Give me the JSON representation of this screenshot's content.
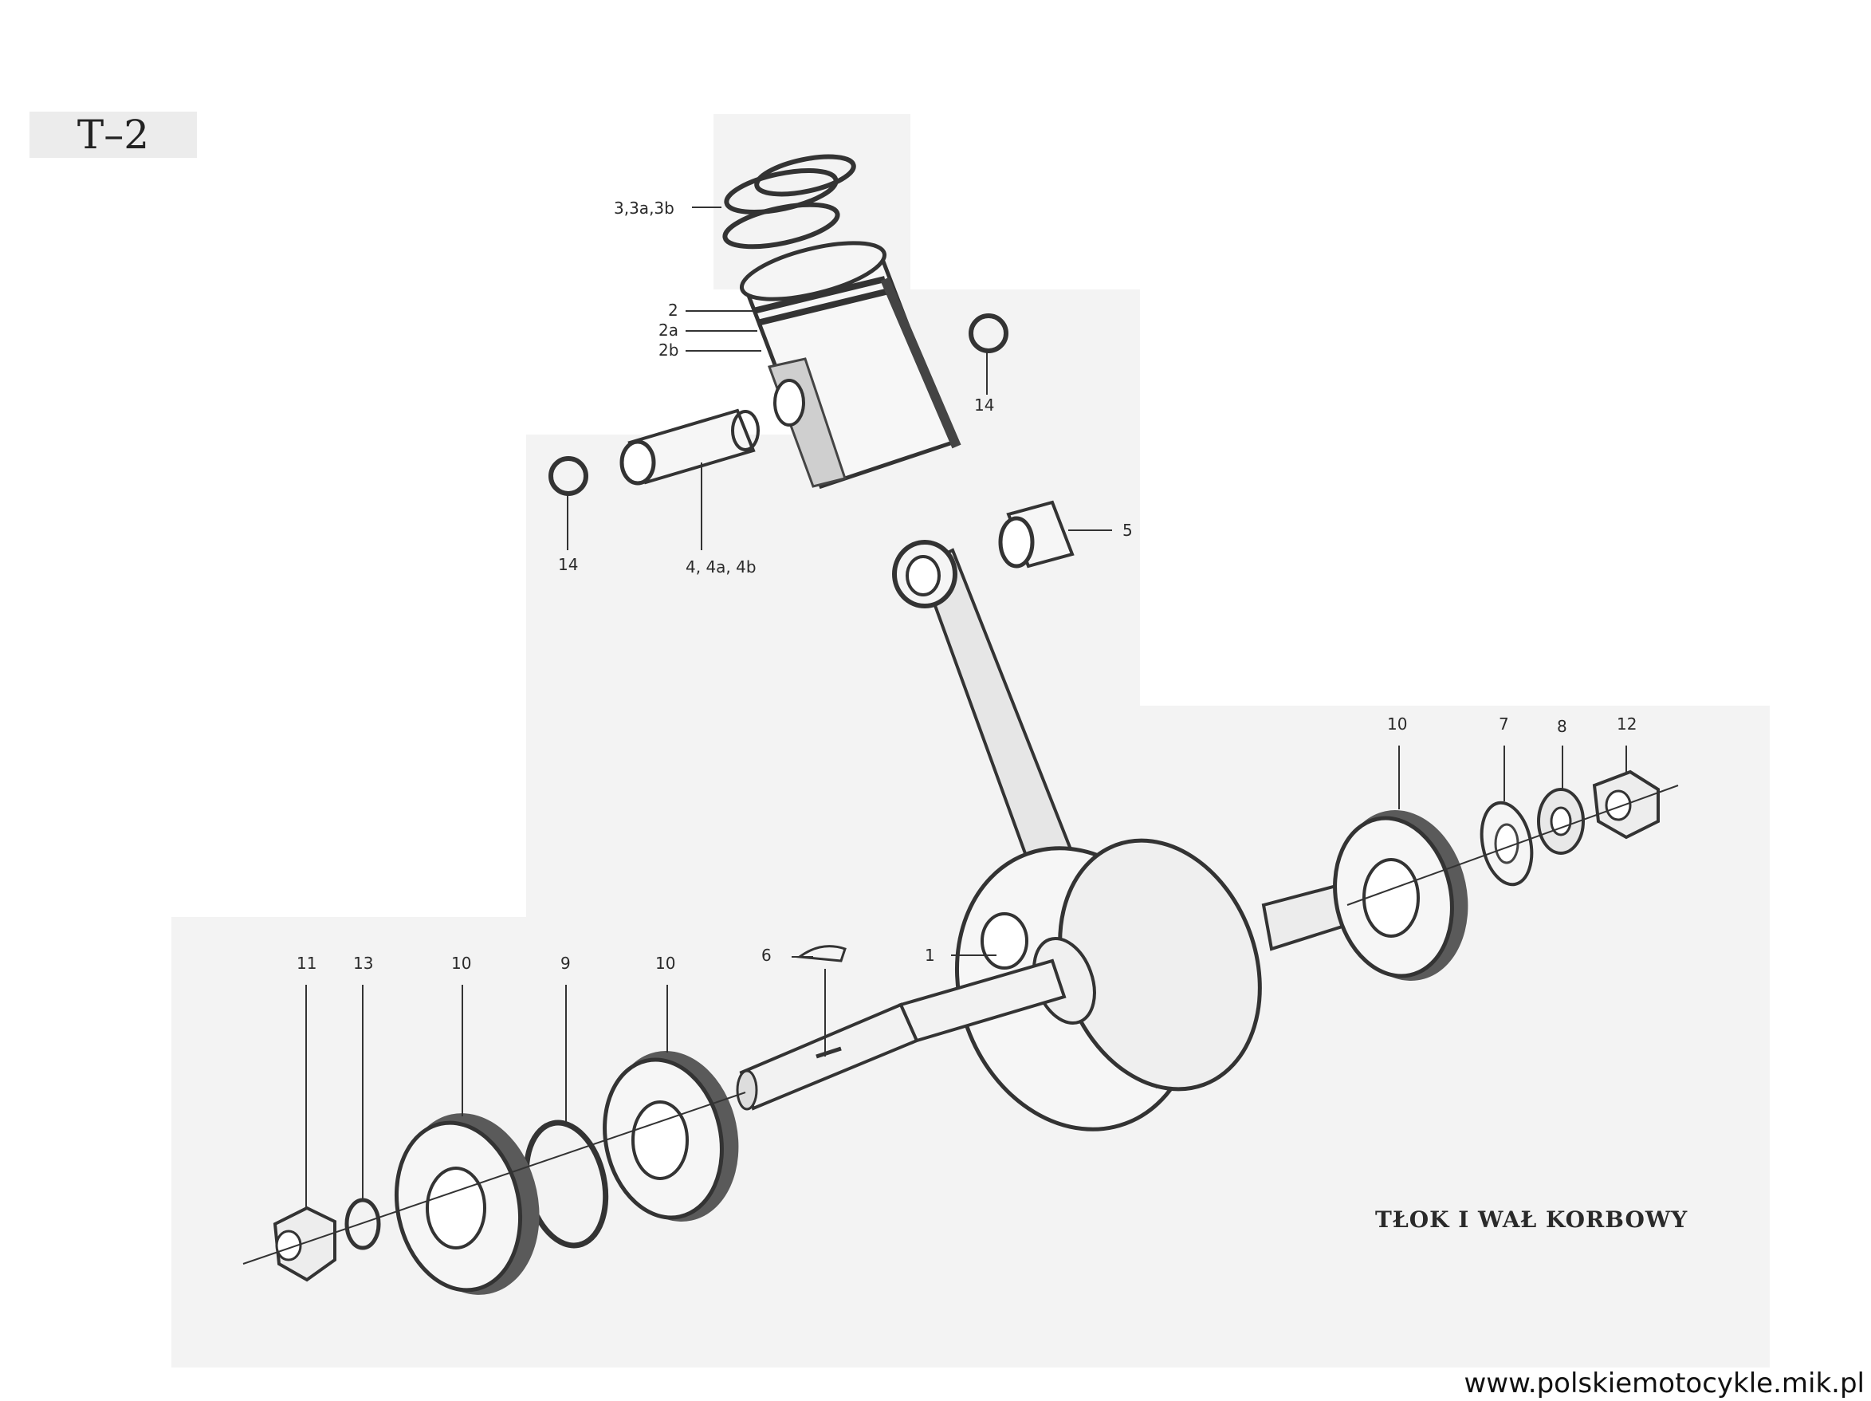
{
  "sheet_code": "T–2",
  "caption": "TŁOK I WAŁ KORBOWY",
  "watermark_url": "www.polskiemotocykle.mik.pl",
  "callouts": {
    "rings": "3,3a,3b",
    "piston_2": "2",
    "piston_2a": "2a",
    "piston_2b": "2b",
    "circlip_right": "14",
    "circlip_left": "14",
    "piston_pin": "4, 4a, 4b",
    "needle_bearing": "5",
    "crankshaft": "1",
    "key": "6",
    "bearing_right": "10",
    "washer_right": "7",
    "lock_washer": "8",
    "nut_right": "12",
    "nut_left": "11",
    "spring_washer": "13",
    "bearing_left_outer": "10",
    "shim": "9",
    "bearing_left_inner": "10"
  }
}
